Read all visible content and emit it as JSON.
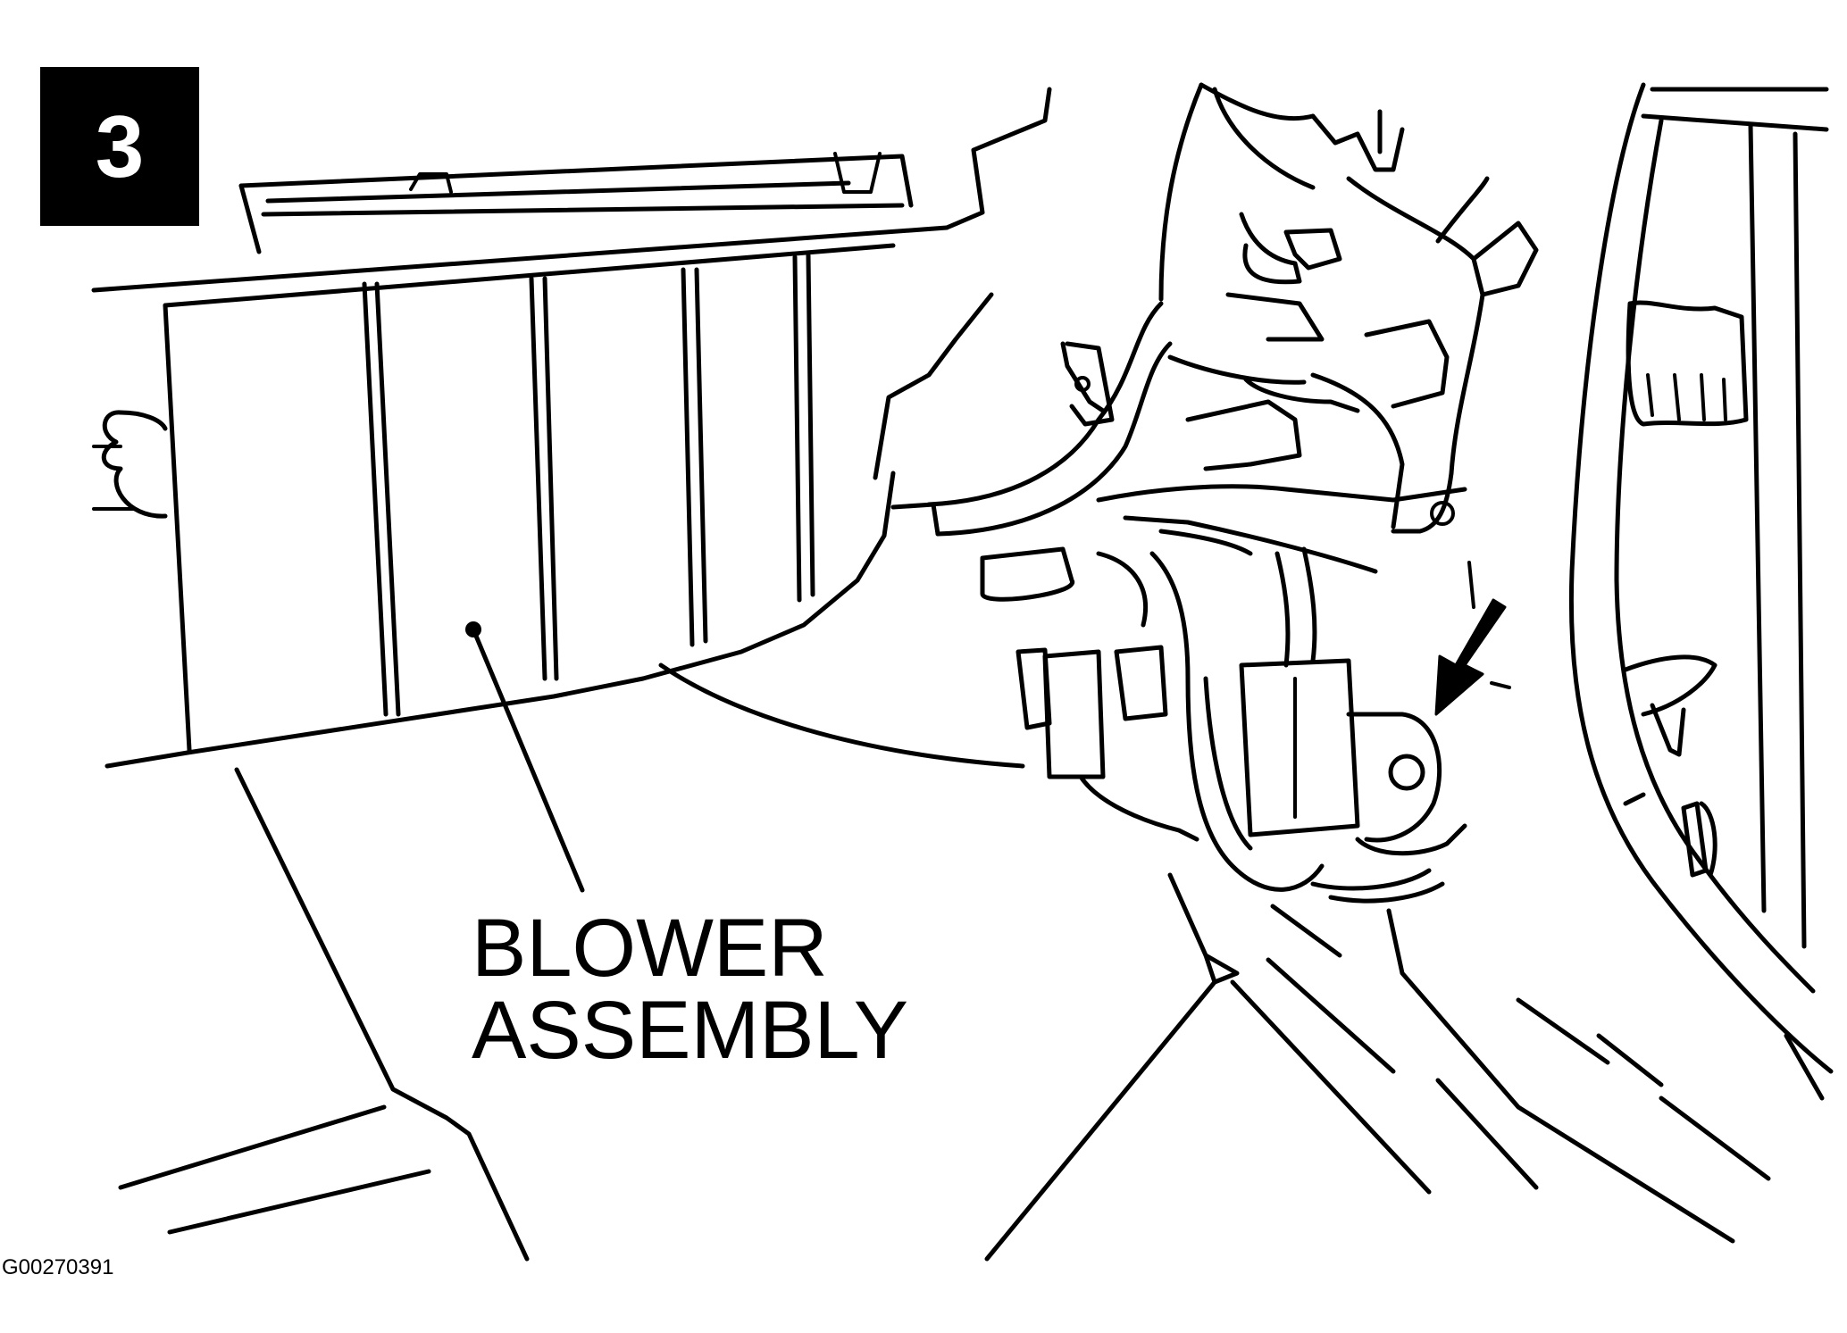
{
  "badge": {
    "step": "3"
  },
  "callout": {
    "line1": "BLOWER",
    "line2": "ASSEMBLY"
  },
  "figure_id": "G00270391",
  "colors": {
    "ink": "#000000",
    "background": "#ffffff",
    "badge_text": "#ffffff"
  },
  "icons": {
    "pointer": "down-left-arrow-icon"
  }
}
